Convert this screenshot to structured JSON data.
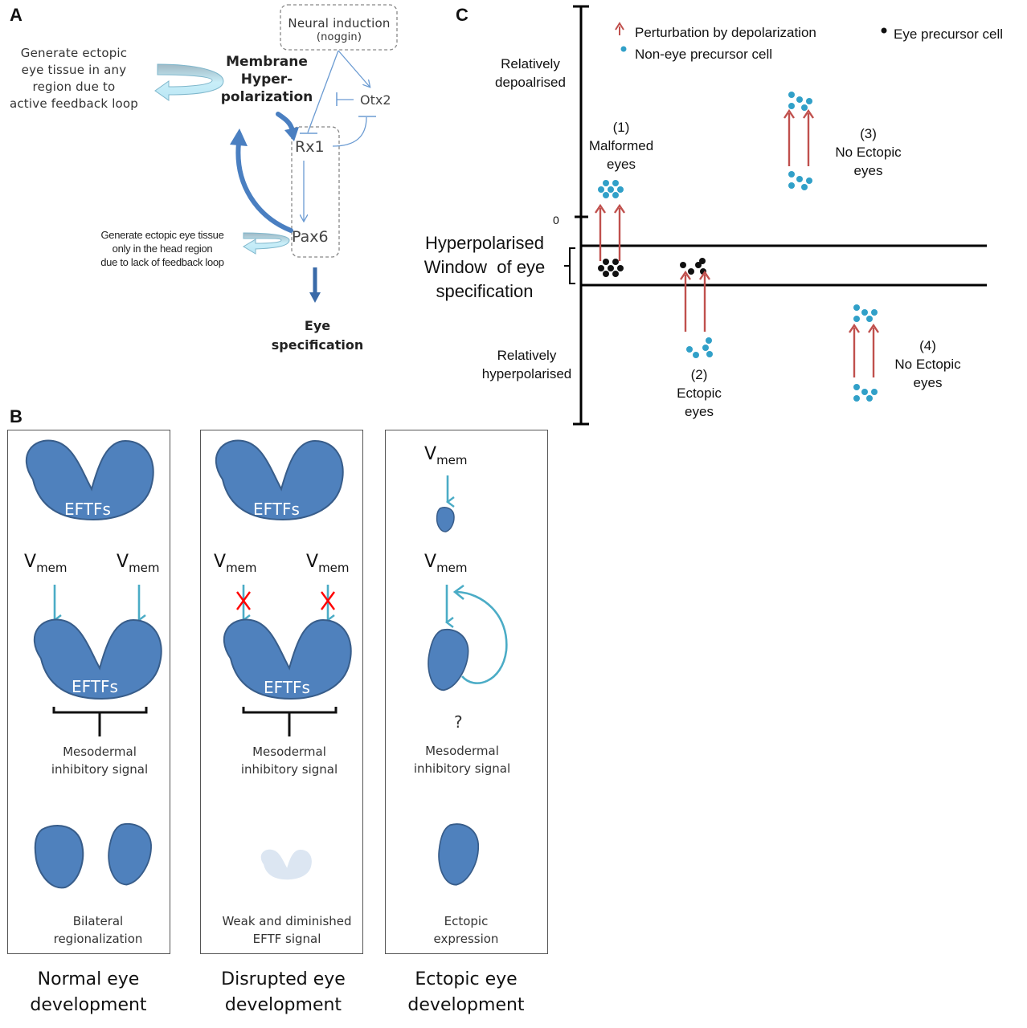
{
  "panels": {
    "a": {
      "letter": "A",
      "neural_induction": {
        "line1": "Neural induction",
        "line2": "(noggin)"
      },
      "membrane": {
        "line1": "Membrane",
        "line2": "Hyper-",
        "line3": "polarization"
      },
      "genes": {
        "otx2": "Otx2",
        "rx1": "Rx1",
        "pax6": "Pax6"
      },
      "ectopic_any": {
        "line1": "Generate ectopic",
        "line2": "eye tissue in any",
        "line3": "region due to",
        "line4": "active feedback loop"
      },
      "ectopic_head": {
        "line1": "Generate ectopic eye tissue",
        "line2": "only in the head region",
        "line3": "due to lack of feedback loop"
      },
      "outcome": {
        "line1": "Eye",
        "line2": "specification"
      },
      "colors": {
        "arrow_dark": "#4a7fc1",
        "arrow_light": "#bfe9f5",
        "thin_line": "#6b9bd2"
      }
    },
    "b": {
      "letter": "B",
      "eftf_label": "EFTFs",
      "vmem": {
        "main": "V",
        "sub": "mem"
      },
      "question": "?",
      "columns": [
        {
          "id": "normal",
          "signal": {
            "line1": "Mesodermal",
            "line2": "inhibitory signal"
          },
          "result": {
            "line1": "Bilateral",
            "line2": "regionalization"
          },
          "caption": {
            "line1": "Normal eye",
            "line2": "development"
          }
        },
        {
          "id": "disrupted",
          "signal": {
            "line1": "Mesodermal",
            "line2": "inhibitory signal"
          },
          "result": {
            "line1": "Weak and diminished",
            "line2": "EFTF signal"
          },
          "caption": {
            "line1": "Disrupted eye",
            "line2": "development"
          }
        },
        {
          "id": "ectopic",
          "signal": {
            "line1": "Mesodermal",
            "line2": "inhibitory signal"
          },
          "result": {
            "line1": "Ectopic",
            "line2": "expression"
          },
          "caption": {
            "line1": "Ectopic eye",
            "line2": "development"
          }
        }
      ],
      "colors": {
        "tissue": "#4f81bd",
        "tissue_edge": "#385d8a",
        "faded_tissue": "#dce6f2",
        "vmem_arrow": "#4bacc6",
        "block_x": "#ff0000"
      }
    },
    "c": {
      "letter": "C",
      "legend": {
        "perturbation": "Perturbation by depolarization",
        "non_eye": "Non-eye precursor cell",
        "eye": "Eye precursor cell"
      },
      "axis": {
        "top_label": {
          "line1": "Relatively",
          "line2": "depoalrised"
        },
        "zero_label": "0",
        "bottom_label": {
          "line1": "Relatively",
          "line2": "hyperpolarised"
        },
        "window_label": {
          "line1": "Hyperpolarised",
          "line2": "Window  of eye",
          "line3": "specification"
        }
      },
      "outcomes": [
        {
          "num": "(1)",
          "line1": "Malformed",
          "line2": "eyes"
        },
        {
          "num": "(2)",
          "line1": "Ectopic",
          "line2": "eyes"
        },
        {
          "num": "(3)",
          "line1": "No Ectopic",
          "line2": "eyes"
        },
        {
          "num": "(4)",
          "line1": "No Ectopic",
          "line2": "eyes"
        }
      ],
      "colors": {
        "red_arrow": "#c0504d",
        "non_eye_cell": "#31a0c8",
        "eye_cell": "#111111"
      }
    }
  }
}
